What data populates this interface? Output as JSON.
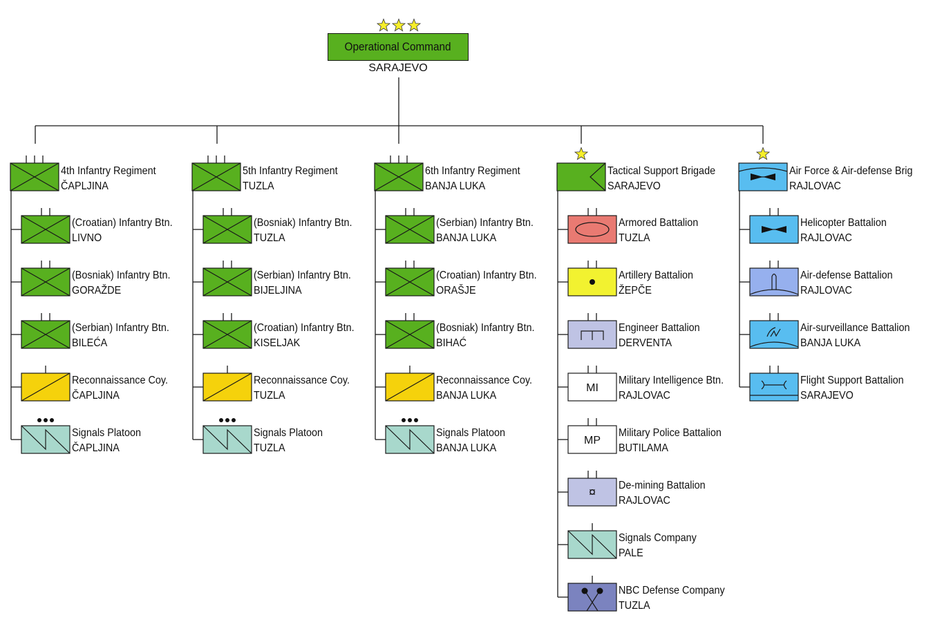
{
  "colors": {
    "infantry": "#58b01f",
    "recon": "#f5d20c",
    "signals": "#a8d8cc",
    "armor": "#e97a72",
    "artillery": "#f2f230",
    "engineer": "#bfc3e4",
    "white": "#ffffff",
    "nbc": "#7b83bf",
    "air": "#58bdf0",
    "airdefense": "#96b0ee",
    "star": "#f7ef2a",
    "line": "#1a1a1a"
  },
  "root": {
    "name": "Operational Command",
    "location": "SARAJEVO"
  },
  "columns": [
    {
      "head": {
        "name": "4th Infantry Regiment",
        "location": "ČAPLJINA",
        "symbol": "infantry-icon"
      },
      "units": [
        {
          "name": "(Croatian) Infantry Btn.",
          "location": "LIVNO",
          "symbol": "infantry-icon",
          "echelon": "||"
        },
        {
          "name": "(Bosniak) Infantry Btn.",
          "location": "GORAŽDE",
          "symbol": "infantry-icon",
          "echelon": "||"
        },
        {
          "name": "(Serbian) Infantry Btn.",
          "location": "BILEĆA",
          "symbol": "infantry-icon",
          "echelon": "||"
        },
        {
          "name": "Reconnaissance Coy.",
          "location": "ČAPLJINA",
          "symbol": "reconnaissance-icon",
          "echelon": "|"
        },
        {
          "name": "Signals Platoon",
          "location": "ČAPLJINA",
          "symbol": "signals-icon",
          "echelon": "•••"
        }
      ]
    },
    {
      "head": {
        "name": "5th Infantry Regiment",
        "location": "TUZLA",
        "symbol": "infantry-icon"
      },
      "units": [
        {
          "name": "(Bosniak) Infantry Btn.",
          "location": "TUZLA",
          "symbol": "infantry-icon",
          "echelon": "||"
        },
        {
          "name": "(Serbian) Infantry Btn.",
          "location": "BIJELJINA",
          "symbol": "infantry-icon",
          "echelon": "||"
        },
        {
          "name": "(Croatian) Infantry Btn.",
          "location": "KISELJAK",
          "symbol": "infantry-icon",
          "echelon": "||"
        },
        {
          "name": "Reconnaissance Coy.",
          "location": "TUZLA",
          "symbol": "reconnaissance-icon",
          "echelon": "|"
        },
        {
          "name": "Signals Platoon",
          "location": "TUZLA",
          "symbol": "signals-icon",
          "echelon": "•••"
        }
      ]
    },
    {
      "head": {
        "name": "6th Infantry Regiment",
        "location": "BANJA LUKA",
        "symbol": "infantry-icon"
      },
      "units": [
        {
          "name": "(Serbian) Infantry Btn.",
          "location": "BANJA LUKA",
          "symbol": "infantry-icon",
          "echelon": "||"
        },
        {
          "name": "(Croatian) Infantry Btn.",
          "location": "ORAŠJE",
          "symbol": "infantry-icon",
          "echelon": "||"
        },
        {
          "name": "(Bosniak) Infantry Btn.",
          "location": "BIHAĆ",
          "symbol": "infantry-icon",
          "echelon": "||"
        },
        {
          "name": "Reconnaissance Coy.",
          "location": "BANJA LUKA",
          "symbol": "reconnaissance-icon",
          "echelon": "|"
        },
        {
          "name": "Signals Platoon",
          "location": "BANJA LUKA",
          "symbol": "signals-icon",
          "echelon": "•••"
        }
      ]
    },
    {
      "head": {
        "name": "Tactical Support Brigade",
        "location": "SARAJEVO",
        "symbol": "support-icon"
      },
      "units": [
        {
          "name": "Armored Battalion",
          "location": "TUZLA",
          "symbol": "armor-icon",
          "echelon": "||"
        },
        {
          "name": "Artillery Battalion",
          "location": "ŽEPČE",
          "symbol": "artillery-icon",
          "echelon": "||"
        },
        {
          "name": "Engineer Battalion",
          "location": "DERVENTA",
          "symbol": "engineer-icon",
          "echelon": "||"
        },
        {
          "name": "Military Intelligence Btn.",
          "location": "RAJLOVAC",
          "symbol": "military-intelligence-icon",
          "echelon": "||",
          "glyph": "MI"
        },
        {
          "name": "Military Police Battalion",
          "location": "BUTILAMA",
          "symbol": "military-police-icon",
          "echelon": "||",
          "glyph": "MP"
        },
        {
          "name": "De-mining Battalion",
          "location": "RAJLOVAC",
          "symbol": "demining-icon",
          "echelon": "||",
          "glyph": "¤"
        },
        {
          "name": "Signals Company",
          "location": "PALE",
          "symbol": "signals-icon",
          "echelon": "|"
        },
        {
          "name": "NBC Defense Company",
          "location": "TUZLA",
          "symbol": "nbc-icon",
          "echelon": "|"
        }
      ]
    },
    {
      "head": {
        "name": "Air Force & Air-defense Brig",
        "location": "RAJLOVAC",
        "symbol": "air-force-icon"
      },
      "units": [
        {
          "name": "Helicopter Battalion",
          "location": "RAJLOVAC",
          "symbol": "helicopter-icon",
          "echelon": "||"
        },
        {
          "name": "Air-defense Battalion",
          "location": "RAJLOVAC",
          "symbol": "air-defense-icon",
          "echelon": "||"
        },
        {
          "name": "Air-surveillance Battalion",
          "location": "BANJA LUKA",
          "symbol": "air-surveillance-icon",
          "echelon": "||"
        },
        {
          "name": "Flight Support Battalion",
          "location": "SARAJEVO",
          "symbol": "flight-support-icon",
          "echelon": "||"
        }
      ]
    }
  ]
}
